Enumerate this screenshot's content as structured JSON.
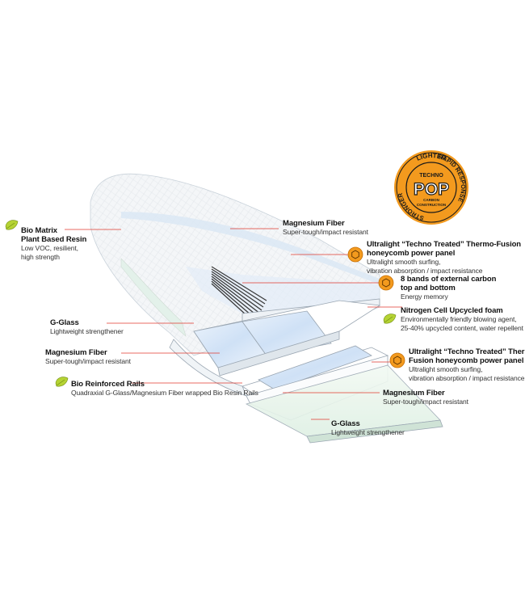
{
  "badge": {
    "ring_top": "LIGHTER",
    "ring_right": "RAPID RESPONSE",
    "ring_left": "STRONGER",
    "center_top": "TECHNO",
    "center_main": "POP",
    "center_sub1": "CARBON",
    "center_sub2": "CONSTRUCTION",
    "colors": {
      "orange": "#F39A1E",
      "dark": "#1a1a1a"
    }
  },
  "colors": {
    "leader": "#e03a2f",
    "eco": "#b5d334",
    "tech": "#F39A1E"
  },
  "labels": {
    "bio_matrix": {
      "t1": "Bio Matrix",
      "t2": "Plant Based Resin",
      "s1": "Low VOC, resilient,",
      "s2": "high strength",
      "icon": "leaf-icon"
    },
    "magnesium_top": {
      "t1": "Magnesium Fiber",
      "s1": "Super-tough/impact resistant"
    },
    "honeycomb_top": {
      "t1": "Ultralight “Techno Treated” Thermo-Fusion",
      "t2": "honeycomb power panel",
      "s1": "Ultralight smooth surfing,",
      "s2": "vibration absorption / impact resistance",
      "icon": "hexagon-icon"
    },
    "carbon": {
      "t1": "8 bands of external carbon",
      "t2": "top and bottom",
      "s1": "Energy memory",
      "icon": "hexagon-icon"
    },
    "nitrogen": {
      "t1": "Nitrogen Cell Upcycled foam",
      "s1": "Environmentally friendly blowing agent,",
      "s2": "25-40% upcycled content, water repellent",
      "icon": "leaf-icon"
    },
    "gglass_left": {
      "t1": "G-Glass",
      "s1": "Lightweight strengthener"
    },
    "magnesium_left": {
      "t1": "Magnesium Fiber",
      "s1": "Super-tough/impact resistant"
    },
    "honeycomb_bottom": {
      "t1": "Ultralight “Techno Treated” Thermo-",
      "t2": "Fusion honeycomb power panel",
      "s1": "Ultralight smooth surfing,",
      "s2": "vibration absorption / impact resistance",
      "icon": "hexagon-icon"
    },
    "bio_rails": {
      "t1": "Bio Reinforced Rails",
      "s1": "Quadraxial G-Glass/Magnesium Fiber wrapped Bio Resin Rails",
      "icon": "leaf-icon"
    },
    "magnesium_bottom": {
      "t1": "Magnesium Fiber",
      "s1": "Super-tough/impact resistant"
    },
    "gglass_bottom": {
      "t1": "G-Glass",
      "s1": "Lightweight strengthener"
    }
  }
}
